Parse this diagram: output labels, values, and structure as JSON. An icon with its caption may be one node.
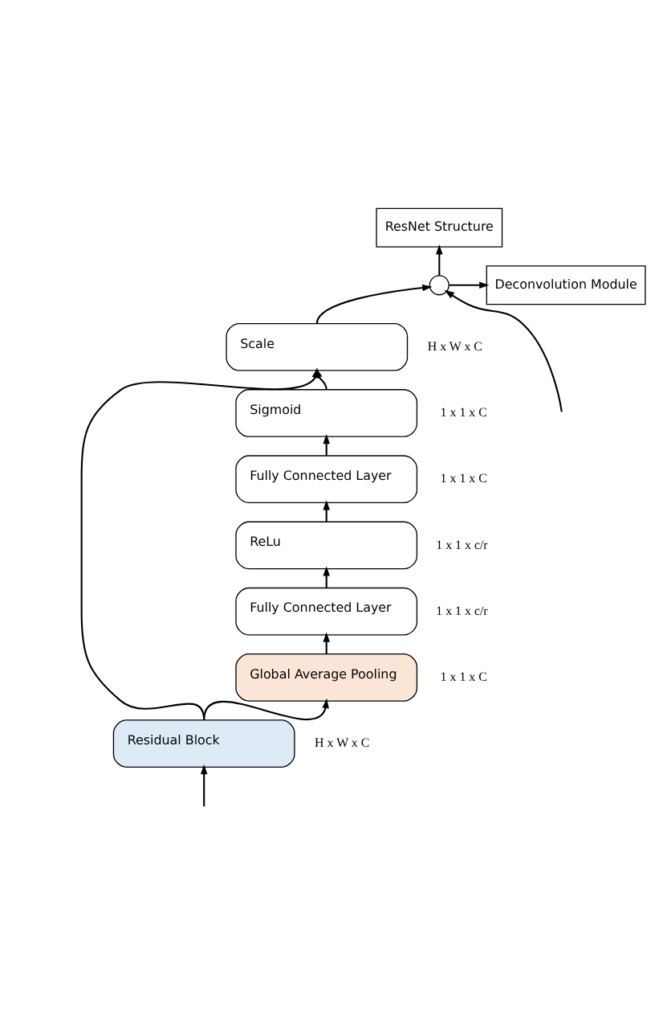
{
  "diagram": {
    "nodes": [
      {
        "text": [
          "ResNet Structure"
        ]
      },
      {
        "text": [],
        "shape": "circle"
      },
      {
        "text": [
          "Deconvolution Module"
        ]
      },
      {
        "text": [
          "Scale"
        ],
        "beside": [
          "H x W x C"
        ]
      },
      {
        "text": [
          "Sigmoid"
        ],
        "beside": [
          "1 x 1 x C"
        ]
      },
      {
        "text": [
          "Fully Connected Layer"
        ],
        "beside": [
          "1 x 1 x C"
        ]
      },
      {
        "text": [
          "ReLu"
        ],
        "beside": [
          "1 x 1 x c/r"
        ]
      },
      {
        "text": [
          "Fully Connected Layer"
        ],
        "beside": [
          "1 x 1 x c/r"
        ]
      },
      {
        "text": [
          "Global Average Pooling"
        ],
        "beside": [
          "1 x 1 x C"
        ]
      },
      {
        "text": [
          "Residual Block"
        ],
        "beside": [
          "H x W x C"
        ]
      }
    ],
    "edges": [
      {
        "from": null,
        "to": 9,
        "arrow": "to"
      },
      {
        "from": null,
        "to": 1,
        "arrow": "to"
      },
      {
        "from": 9,
        "to": 8,
        "arrow": "to"
      },
      {
        "from": 8,
        "to": 7,
        "arrow": "to"
      },
      {
        "from": 7,
        "to": 6,
        "arrow": "to"
      },
      {
        "from": 6,
        "to": 5,
        "arrow": "to"
      },
      {
        "from": 5,
        "to": 4,
        "arrow": "to"
      },
      {
        "from": 4,
        "to": 3,
        "arrow": "to"
      },
      {
        "from": 9,
        "to": 3,
        "arrow": "to"
      },
      {
        "from": 3,
        "to": 1,
        "arrow": "to"
      },
      {
        "from": 1,
        "to": 0,
        "arrow": "to"
      },
      {
        "from": 1,
        "to": 2,
        "arrow": "to"
      }
    ]
  }
}
